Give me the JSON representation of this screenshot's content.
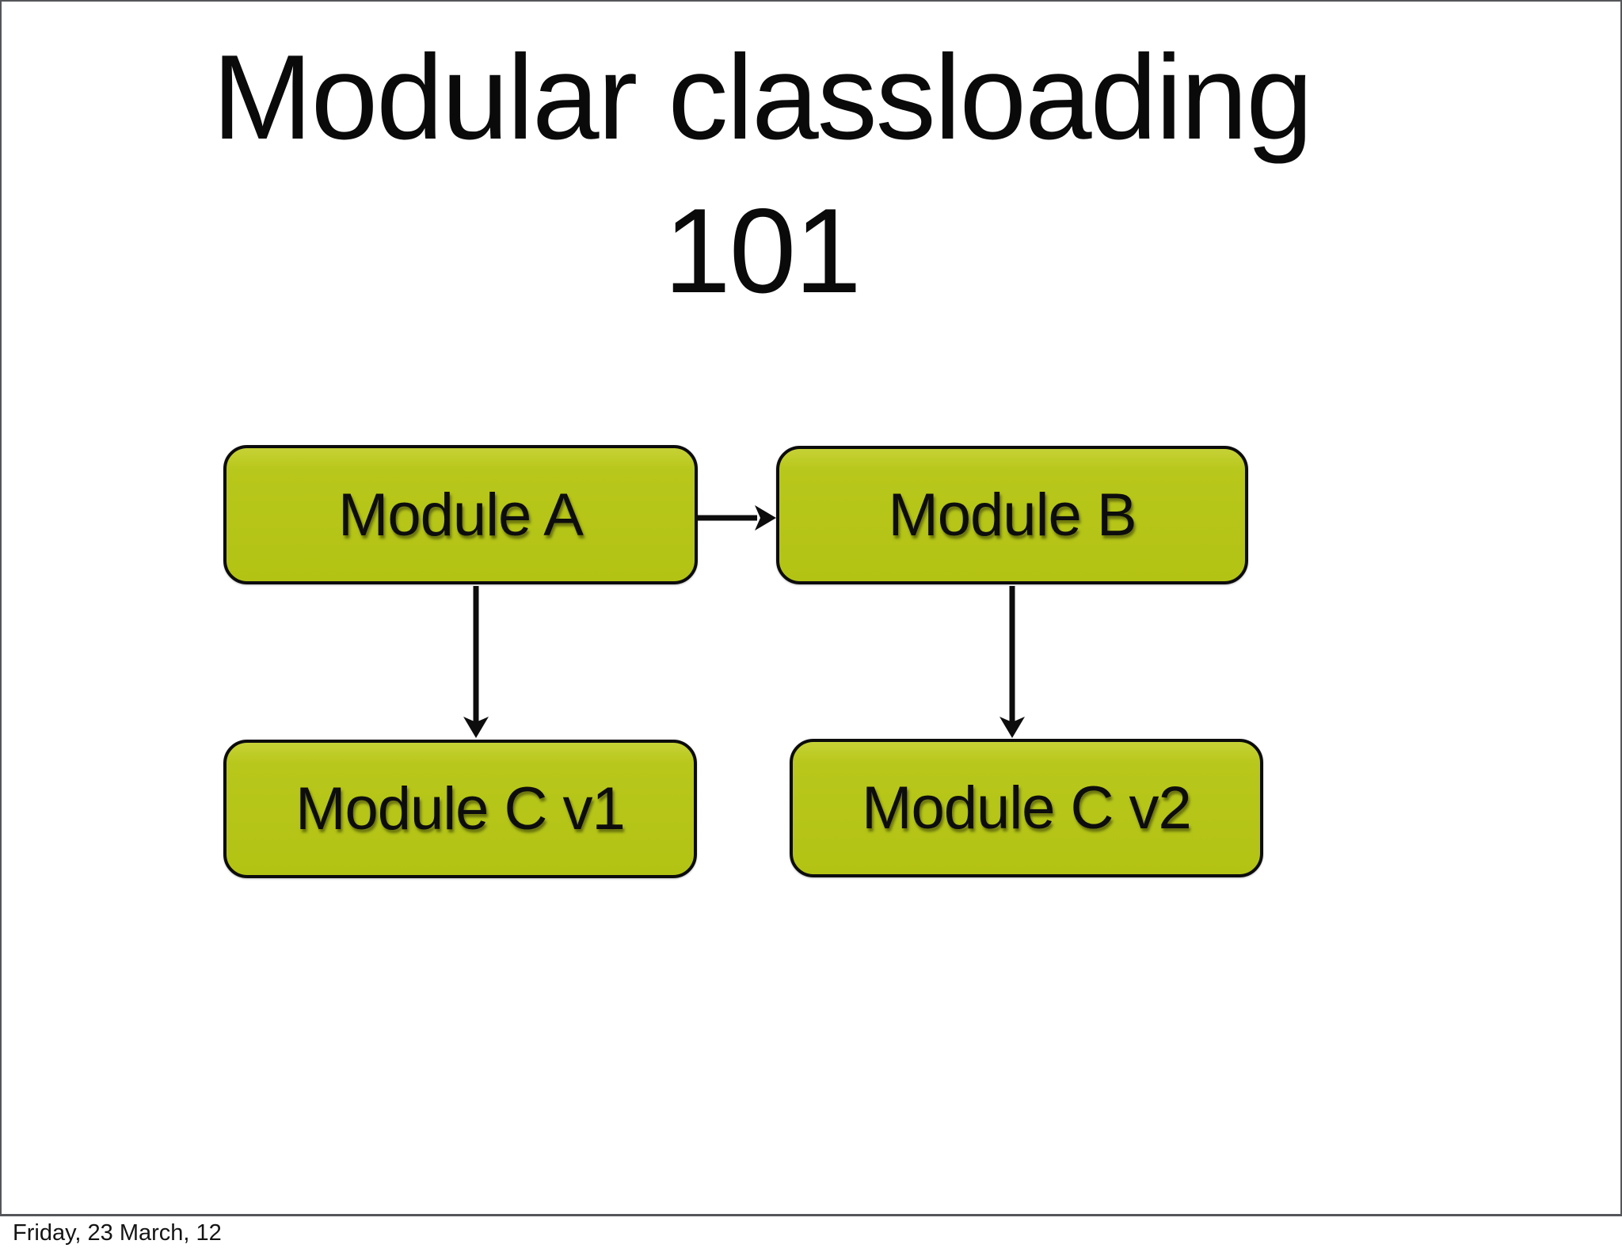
{
  "slide": {
    "title_line1": "Modular classloading",
    "title_line2": "101",
    "footer": "Friday, 23 March, 12"
  },
  "diagram": {
    "nodes": [
      {
        "id": "module-a",
        "label": "Module A"
      },
      {
        "id": "module-b",
        "label": "Module B"
      },
      {
        "id": "module-c-v1",
        "label": "Module C v1"
      },
      {
        "id": "module-c-v2",
        "label": "Module C v2"
      }
    ],
    "edges": [
      {
        "from": "module-a",
        "to": "module-b",
        "direction": "right"
      },
      {
        "from": "module-a",
        "to": "module-c-v1",
        "direction": "down"
      },
      {
        "from": "module-b",
        "to": "module-c-v2",
        "direction": "down"
      }
    ]
  },
  "colors": {
    "background": "#ffffff",
    "frame_border": "#55565a",
    "box_fill": "#b7c71a",
    "box_fill_highlight": "#c6d236",
    "box_border": "#0c0c0c",
    "arrow": "#0d0d0d",
    "title_text": "#0a0a0a",
    "footer_text": "#141414"
  }
}
